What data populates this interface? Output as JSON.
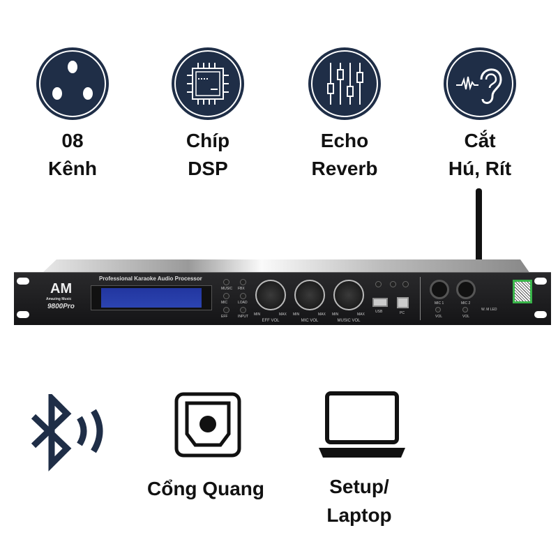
{
  "features": [
    {
      "icon": "xlr-connector-icon",
      "line1": "08",
      "line2": "Kênh"
    },
    {
      "icon": "chip-icon",
      "line1": "Chíp",
      "line2": "DSP"
    },
    {
      "icon": "equalizer-sliders-icon",
      "line1": "Echo",
      "line2": "Reverb"
    },
    {
      "icon": "ear-sound-icon",
      "line1": "Cắt",
      "line2": "Hú, Rít"
    }
  ],
  "device": {
    "brand": "AM",
    "brand_sub": "Amazing Music",
    "model": "9800Pro",
    "title": "Professional Karaoke Audio Processor",
    "buttons": [
      "MUSIC",
      "FBX",
      "MIC",
      "LOAD",
      "EFF",
      "INPUT"
    ],
    "knobs": [
      {
        "label": "EFF VOL",
        "min": "MIN",
        "max": "MAX"
      },
      {
        "label": "MIC VOL",
        "min": "MIN",
        "max": "MAX"
      },
      {
        "label": "MUSIC VOL",
        "min": "MIN",
        "max": "MAX"
      }
    ],
    "usb_label": "USB",
    "pc_label": "PC",
    "mic1": "MIC 1",
    "mic2": "MIC 2",
    "vol": "VOL",
    "led_label": "W. M LED"
  },
  "bottom": [
    {
      "icon": "bluetooth-icon"
    },
    {
      "icon": "optical-port-icon",
      "line1": "Cổng Quang"
    },
    {
      "icon": "laptop-icon",
      "line1": "Setup/",
      "line2": "Laptop"
    }
  ],
  "colors": {
    "icon_navy": "#1f2e47",
    "panel": "#1c1c1e",
    "display": "#2a3fa8"
  }
}
